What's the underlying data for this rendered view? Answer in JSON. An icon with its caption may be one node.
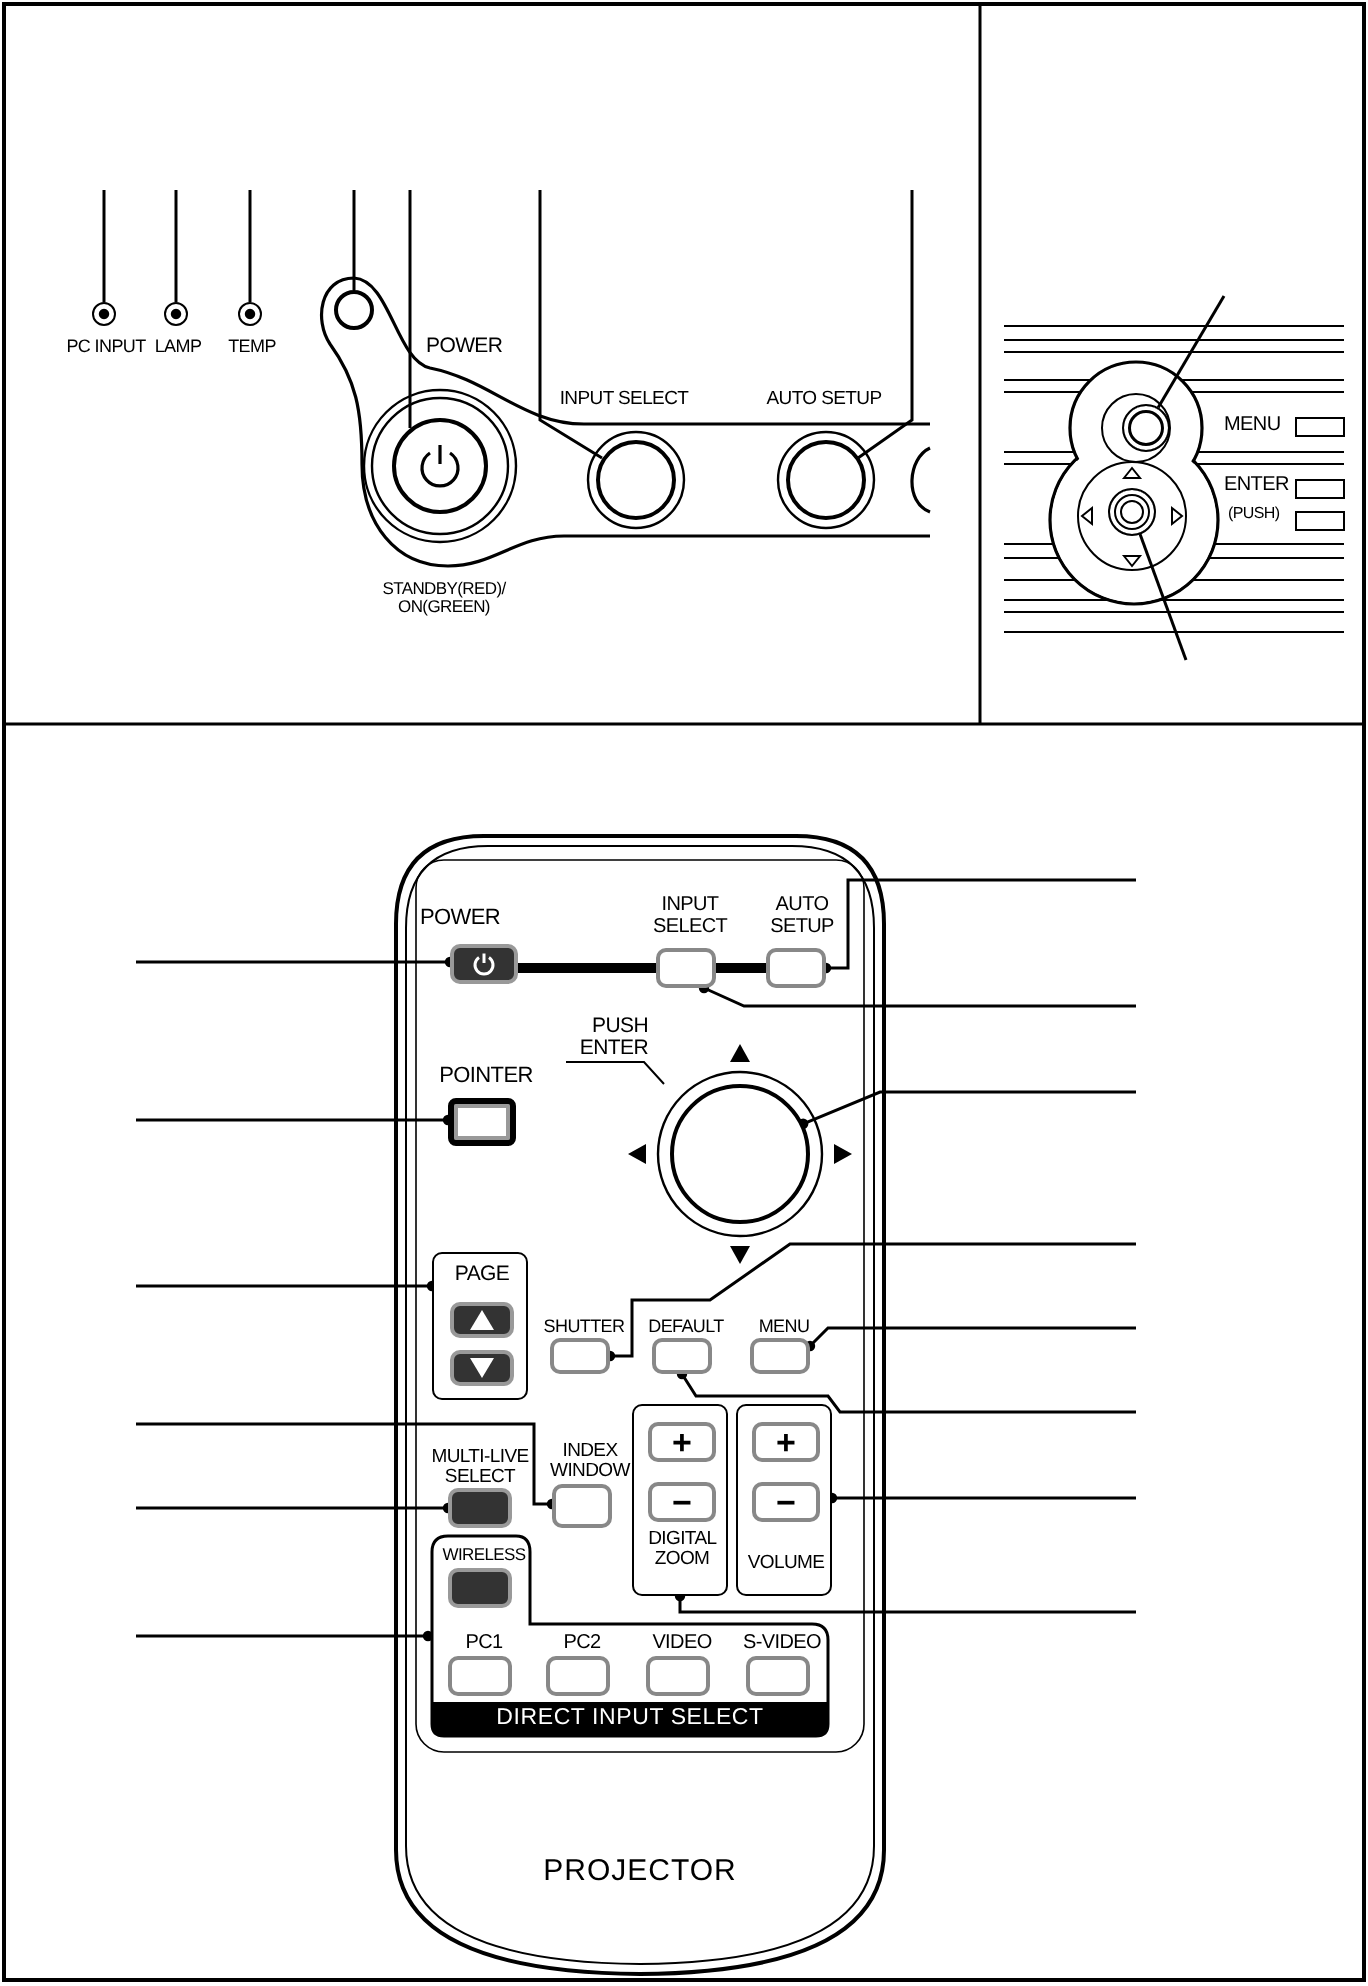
{
  "diagram": {
    "nodes": [
      {
        "text": [
          "PC INPUT"
        ]
      },
      {
        "text": [
          "LAMP"
        ]
      },
      {
        "text": [
          "TEMP"
        ]
      },
      {
        "text": [],
        "shape": "circle"
      },
      {
        "text": [
          "POWER",
          "STANDBY(RED)/ ON(GREEN)"
        ]
      },
      {
        "text": [
          "INPUT SELECT"
        ]
      },
      {
        "text": [
          "AUTO SETUP"
        ]
      },
      {
        "text": [],
        "shape": "circle"
      },
      {
        "text": [],
        "shape": "circle"
      },
      {
        "text": [
          "POWER"
        ]
      },
      {
        "text": [
          "INPUT SELECT"
        ]
      },
      {
        "text": [
          "AUTO SETUP"
        ]
      },
      {
        "text": [
          "POINTER"
        ]
      },
      {
        "text": [
          "PUSH ENTER"
        ]
      },
      {
        "text": [
          "PAGE"
        ]
      },
      {
        "text": [],
        "shape": "box",
        "in": 14
      },
      {
        "text": [],
        "shape": "box",
        "in": 14
      },
      {
        "text": [
          "SHUTTER"
        ]
      },
      {
        "text": [
          "DEFAULT"
        ]
      },
      {
        "text": [
          "MENU"
        ]
      },
      {
        "text": [
          "INDEX WINDOW"
        ]
      },
      {
        "text": [
          "MULTI-LIVE SELECT"
        ]
      },
      {
        "text": [
          "DIGITAL ZOOM"
        ]
      },
      {
        "text": [
          "+"
        ],
        "in": 22
      },
      {
        "text": [
          "−"
        ],
        "in": 22
      },
      {
        "text": [
          "VOLUME"
        ]
      },
      {
        "text": [
          "+"
        ],
        "in": 25
      },
      {
        "text": [
          "−"
        ],
        "in": 25
      },
      {
        "text": [
          "DIRECT INPUT SELECT"
        ]
      },
      {
        "text": [
          "WIRELESS"
        ],
        "in": 28
      },
      {
        "text": [
          "PC1"
        ],
        "in": 28
      },
      {
        "text": [
          "PC2"
        ],
        "in": 28
      },
      {
        "text": [
          "VIDEO"
        ],
        "in": 28
      },
      {
        "text": [
          "S-VIDEO"
        ],
        "in": 28
      }
    ],
    "edges": [
      {
        "from": null,
        "to": 0,
        "arrow": "none"
      },
      {
        "from": null,
        "to": 1,
        "arrow": "none"
      },
      {
        "from": null,
        "to": 2,
        "arrow": "none"
      },
      {
        "from": null,
        "to": 3,
        "arrow": "none"
      },
      {
        "from": null,
        "to": 4,
        "arrow": "none"
      },
      {
        "from": null,
        "to": 5,
        "arrow": "none"
      },
      {
        "from": null,
        "to": 6,
        "arrow": "none"
      },
      {
        "from": null,
        "to": 7,
        "arrow": "none"
      },
      {
        "from": null,
        "to": 8,
        "arrow": "none"
      },
      {
        "from": null,
        "to": 9,
        "arrow": "other"
      },
      {
        "from": null,
        "to": 11,
        "arrow": "other"
      },
      {
        "from": null,
        "to": 10,
        "arrow": "other"
      },
      {
        "from": null,
        "to": 12,
        "arrow": "other"
      },
      {
        "from": null,
        "to": 13,
        "arrow": "other"
      },
      {
        "from": null,
        "to": 14,
        "arrow": "other"
      },
      {
        "from": null,
        "to": 17,
        "arrow": "other"
      },
      {
        "from": null,
        "to": 19,
        "arrow": "other"
      },
      {
        "from": null,
        "to": 18,
        "arrow": "other"
      },
      {
        "from": null,
        "to": 25,
        "arrow": "other"
      },
      {
        "from": null,
        "to": 20,
        "arrow": "other"
      },
      {
        "from": null,
        "to": 21,
        "arrow": "other"
      },
      {
        "from": null,
        "to": 22,
        "arrow": "other"
      },
      {
        "from": null,
        "to": 28,
        "arrow": "other"
      }
    ],
    "labels": [
      "MENU",
      "ENTER",
      "(PUSH)",
      "PROJECTOR"
    ]
  }
}
